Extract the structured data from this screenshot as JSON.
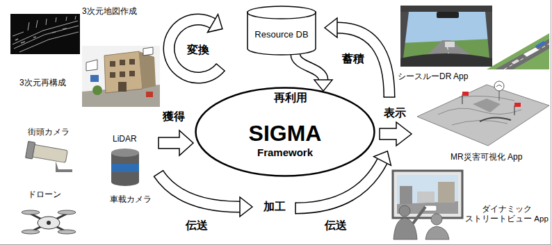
{
  "diagram": {
    "nodes": [
      {
        "text": [
          "Resource DB"
        ]
      },
      {
        "text": [
          "SIGMA",
          "Framework"
        ]
      }
    ],
    "edges": [
      {
        "from": 0,
        "to": 1,
        "label": "再利用",
        "arrow": "to"
      }
    ],
    "labels": [
      "3次元地図作成",
      "3次元再構成",
      "変換",
      "蓄積",
      "シースルーDR App",
      "獲得",
      "表示",
      "街頭カメラ",
      "LiDAR",
      "ドローン",
      "車載カメラ",
      "伝送",
      "加工",
      "伝送",
      "MR災害可視化 App",
      "ダイナミック ストリートビュー App"
    ]
  }
}
